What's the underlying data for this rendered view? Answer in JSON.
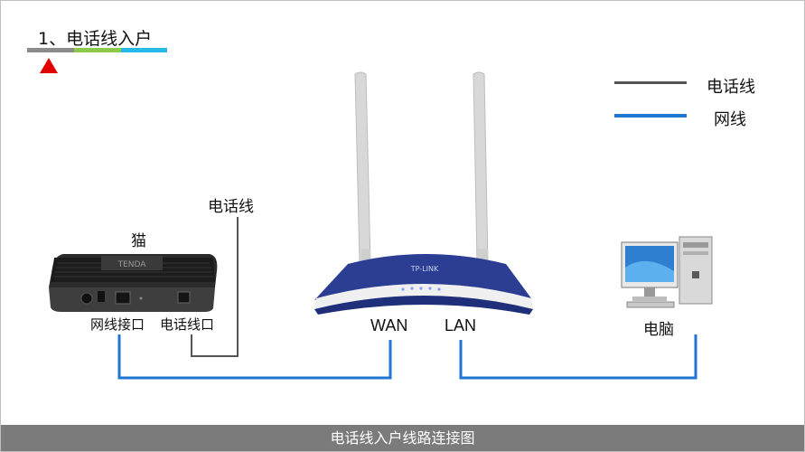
{
  "step": {
    "title": "1、电话线入户",
    "progress_colors": [
      "#8c8c8c",
      "#8cc84b",
      "#26b8e6"
    ],
    "marker_color": "#e00000"
  },
  "legend": {
    "items": [
      {
        "label": "电话线",
        "color": "#555555"
      },
      {
        "label": "网线",
        "color": "#1f77d0"
      }
    ]
  },
  "devices": {
    "modem": {
      "label": "猫",
      "brand": "TENDA",
      "ports": {
        "lan": "网线接口",
        "phone": "电话线口"
      }
    },
    "router": {
      "brand": "TP-LINK",
      "ports": {
        "wan": "WAN",
        "lan": "LAN"
      }
    },
    "computer": {
      "label": "电脑"
    }
  },
  "wires": {
    "phone_line_label": "电话线"
  },
  "caption": "电话线入户线路连接图"
}
